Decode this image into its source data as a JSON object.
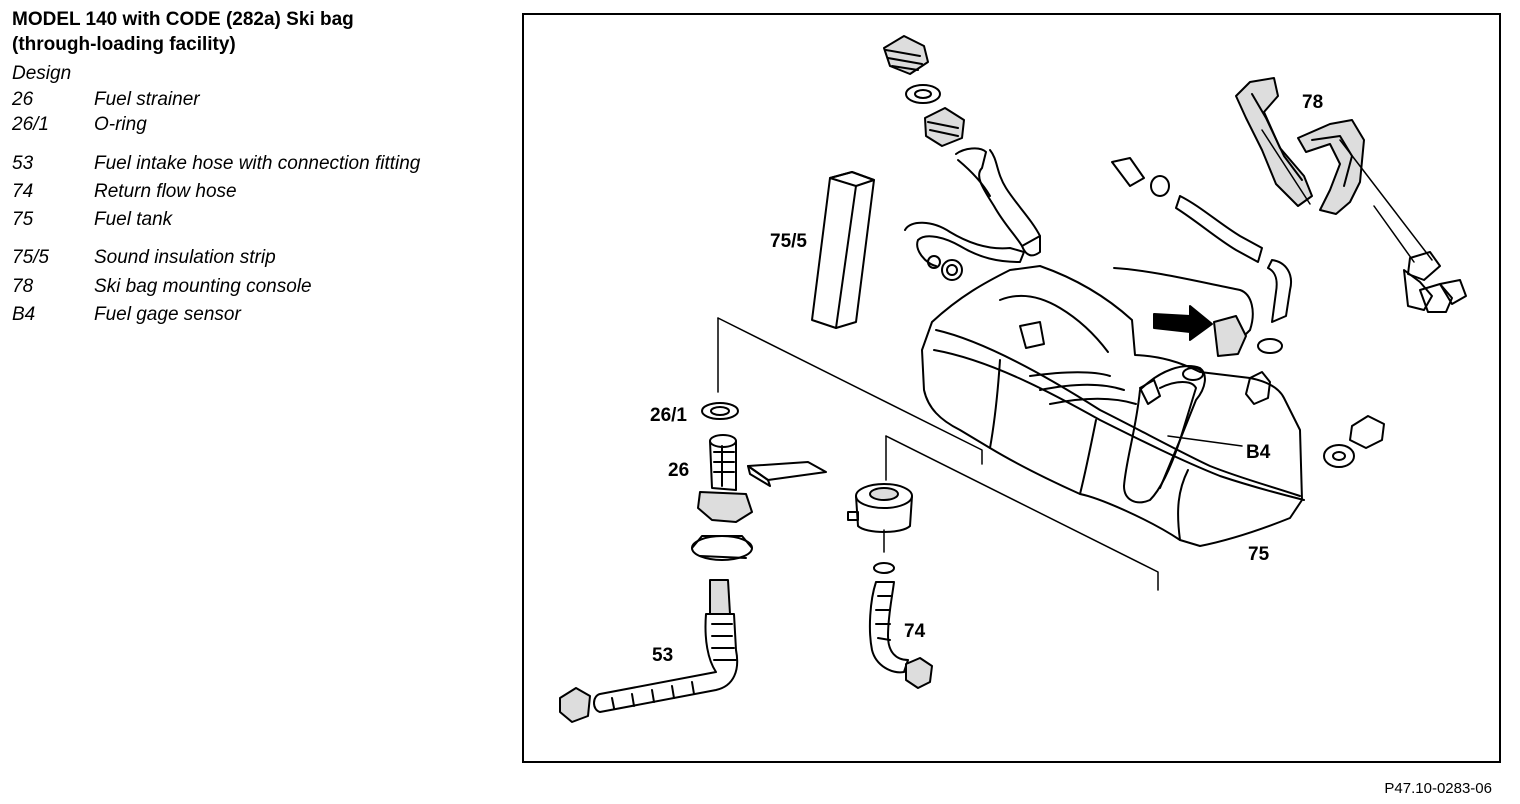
{
  "header": {
    "title_line1": "MODEL 140 with CODE (282a) Ski bag",
    "title_line2": "(through-loading facility)",
    "subtitle": "Design"
  },
  "legend": [
    {
      "code": "26",
      "desc": "Fuel strainer"
    },
    {
      "code": "26/1",
      "desc": "O-ring"
    },
    {
      "code": "53",
      "desc": "Fuel intake hose with connection fitting"
    },
    {
      "code": "74",
      "desc": "Return flow hose"
    },
    {
      "code": "75",
      "desc": "Fuel tank"
    },
    {
      "code": "75/5",
      "desc": "Sound insulation strip"
    },
    {
      "code": "78",
      "desc": "Ski bag mounting console"
    },
    {
      "code": "B4",
      "desc": "Fuel gage sensor"
    }
  ],
  "diagram": {
    "callouts": {
      "c78": "78",
      "c75_5": "75/5",
      "c26_1": "26/1",
      "c26": "26",
      "cB4": "B4",
      "c75": "75",
      "c53": "53",
      "c74": "74"
    },
    "reference_code": "P47.10-0283-06"
  }
}
